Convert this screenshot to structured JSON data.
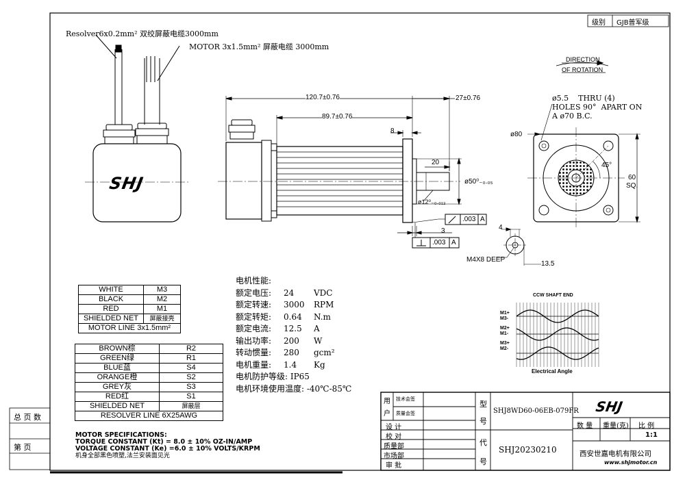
{
  "grade": {
    "label": "级别",
    "value": "GJB普军级"
  },
  "cable_labels": {
    "resolver": "Resolver6x0.2mm² 双绞屏蔽电缆3000mm",
    "motor": "MOTOR 3x1.5mm² 屏蔽电缆 3000mm"
  },
  "brand": "SHJ",
  "direction": {
    "line1": "DIRECTION",
    "line2": "OF ROTATION"
  },
  "dimensions": {
    "overall": "120.7±0.76",
    "body": "89.7±0.76",
    "shaft_ext": "27±0.76",
    "flange": "8",
    "key": "20",
    "pilot": "ø50⁰₋₀.₀₅",
    "shaft_dia": "ø12⁰₋₀.₀₁₃",
    "step": "3",
    "tol1": ".003",
    "tol1_ref": "A",
    "tol2": ".003",
    "tol2_ref": "A",
    "keyway": "4",
    "tap": "M4X8 DEEP",
    "shaft_face": "13.5",
    "bolt_circle": "ø80",
    "angle": "45°",
    "square": "60",
    "square_unit": "SQ."
  },
  "holes_note": [
    "ø5.5    THRU (4)",
    "HOLES 90°  APART ON",
    "A ø70 B.C."
  ],
  "motor_wires": [
    [
      "WHITE",
      "M3"
    ],
    [
      "BLACK",
      "M2"
    ],
    [
      "RED",
      "M1"
    ],
    [
      "SHIELDED NET",
      "屏蔽接壳"
    ]
  ],
  "motor_line": "MOTOR LINE 3x1.5mm²",
  "resolver_wires": [
    [
      "BROWN棕",
      "R2"
    ],
    [
      "GREEN绿",
      "R1"
    ],
    [
      "BLUE蓝",
      "S4"
    ],
    [
      "ORANGE橙",
      "S2"
    ],
    [
      "GREY灰",
      "S3"
    ],
    [
      "RED红",
      "S1"
    ],
    [
      "SHIELDED NET",
      "屏蔽层"
    ]
  ],
  "resolver_line": "RESOLVER LINE 6X25AWG",
  "performance": {
    "title": "电机性能:",
    "rows": [
      [
        "额定电压:",
        "24",
        "VDC"
      ],
      [
        "额定转速:",
        "3000",
        "RPM"
      ],
      [
        "额定转矩:",
        "0.64",
        "N.m"
      ],
      [
        "额定电流:",
        "12.5",
        "A"
      ],
      [
        "输出功率:",
        "200",
        "W"
      ],
      [
        "转动惯量:",
        "280",
        "gcm²"
      ],
      [
        "电机重量:",
        "1.4",
        "Kg"
      ]
    ],
    "protection": "电机防护等级: IP65",
    "environment": "电机环境使用温度: -40℃-85℃"
  },
  "specs": {
    "title": "MOTOR SPECIFICATIONS:",
    "torque": "TORQUE CONSTANT (Kt) = 8.0 ± 10% OZ-IN/AMP",
    "voltage": "VOLTAGE CONSTANT (Ke) =6.0 ± 10% VOLTS/KRPM",
    "note": "机身全部黑色喷塑,法兰安装面见光"
  },
  "waveform": {
    "title": "CCW SHAFT END",
    "xlabel": "Electrical Angle",
    "labels": [
      "M1+",
      "M3-",
      "M2+",
      "M1-",
      "M3+",
      "M2-"
    ]
  },
  "side_labels": {
    "total_pages": "总 页 数",
    "page": "第    页"
  },
  "title_block": {
    "user_rows": [
      "技术会签",
      "质量会签"
    ],
    "user_label": "用户",
    "roles": [
      "设  计",
      "校  对",
      "质量部",
      "市场部",
      "审  批"
    ],
    "model_label": [
      "型",
      "号"
    ],
    "model": "SHJ8WD60-06EB-079FR",
    "code_label": [
      "代",
      "号"
    ],
    "code": "SHJ20230210",
    "columns": [
      "数  量",
      "重量(克)",
      "比  例"
    ],
    "scale": "1:1",
    "company": "西安世嘉电机有限公司",
    "website": "www.shjmotor.cn"
  }
}
